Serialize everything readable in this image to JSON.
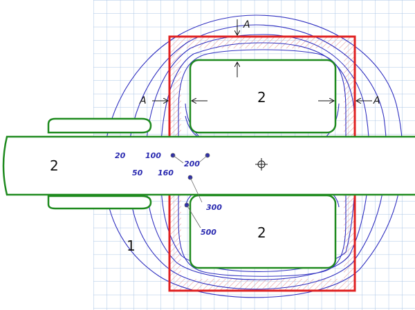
{
  "labels": {
    "region_2_left": "2",
    "region_2_top": "2",
    "region_2_bottom": "2",
    "region_1": "1"
  },
  "section_marks": {
    "top": "A",
    "left": "A",
    "right": "A"
  },
  "contour_labels": [
    "20",
    "50",
    "100",
    "160",
    "200",
    "300",
    "500"
  ],
  "colors": {
    "grid": "#aac4e6",
    "frame": "#e02020",
    "parts": "#1e8a1e",
    "contours": "#3030c0",
    "hatch": "#e8a0a0"
  }
}
